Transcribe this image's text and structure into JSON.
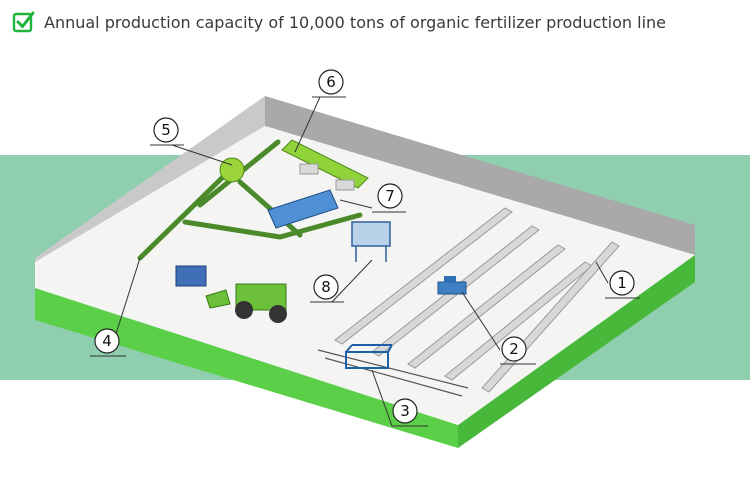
{
  "title": "Annual production capacity of 10,000 tons of organic fertilizer production line",
  "icons": {
    "title_icon": "checkbox-check-icon"
  },
  "colors": {
    "accent_green": "#1fb33a",
    "band_teal": "#8fcfb0",
    "platform_green": "#5ccf48",
    "wall_gray": "#a9a9a9",
    "machine_green": "#7ec53a",
    "machine_blue": "#3f7fc4"
  },
  "callouts": [
    "1",
    "2",
    "3",
    "4",
    "5",
    "6",
    "7",
    "8"
  ]
}
